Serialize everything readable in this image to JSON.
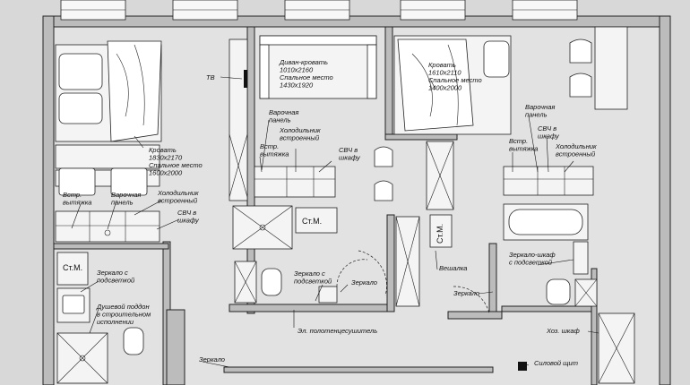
{
  "rooms": {
    "left_bedroom": {
      "bed": "Кровать\n1830x2170\nСпальное место\n1600x2000",
      "hood": "Встр.\nвытяжка",
      "hob": "Варочная\nпанель",
      "fridge": "Холодильник\nвстроенный",
      "microwave": "СВЧ в\nшкафу",
      "washer": "Ст.М.",
      "mirror": "Зеркало с\nподсветкой",
      "shower": "Душевой поддон\nв строительном\nисполнении",
      "mirror2": "Зеркало"
    },
    "center_studio": {
      "tv": "ТВ",
      "sofa": "Диван-кровать\n1010x2160\nСпальное место\n1430x1920",
      "hob": "Варочная\nпанель",
      "hood": "Встр.\nвытяжка",
      "fridge": "Холодильник\nвстроенный",
      "microwave": "СВЧ в\nшкафу",
      "washer": "Ст.М.",
      "mirror_lit": "Зеркало с\nподсветкой",
      "mirror": "Зеркало",
      "towel": "Эл. полотенцесушитель"
    },
    "hall": {
      "washer": "Ст.М.",
      "hanger": "Вешалка",
      "mirror": "Зеркало"
    },
    "right_bedroom": {
      "bed": "Кровать\n1610x2110\nСпальное место\n1400x2000",
      "hob": "Варочная\nпанель",
      "hood": "Встр.\nвытяжка",
      "microwave": "СВЧ в\nшкафу",
      "fridge": "Холодильник\nвстроенный",
      "mirror_cab": "Зеркало-шкаф\nс подсветкой",
      "utility": "Хоз. шкаф",
      "panel": "Силовой щит"
    }
  },
  "colors": {
    "wall": "#bcbcbc",
    "floor": "#e2e2e2",
    "line": "#222222"
  }
}
